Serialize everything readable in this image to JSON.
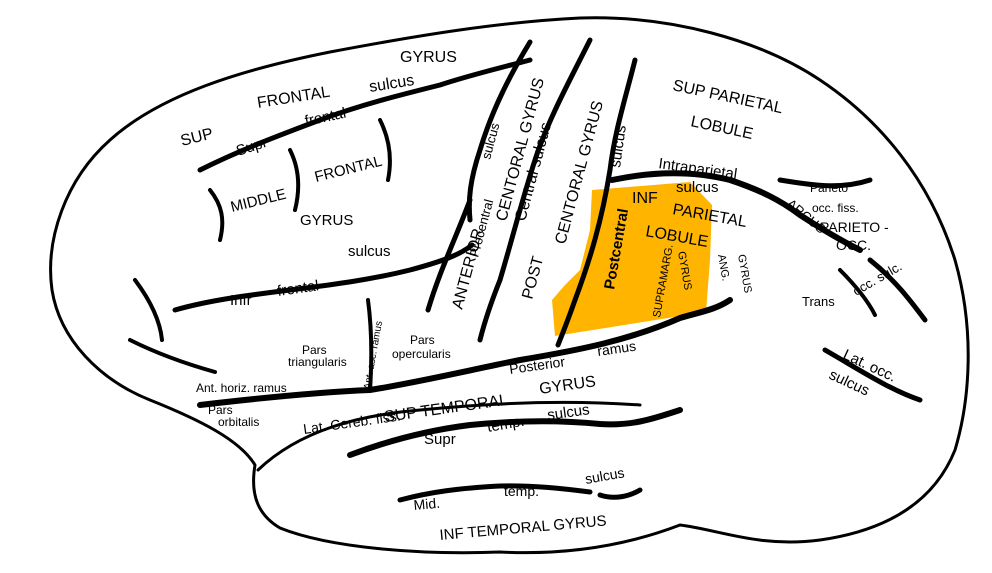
{
  "colors": {
    "highlight": "#FFB400",
    "outline": "#000000",
    "background": "#FFFFFF"
  },
  "labels": {
    "gyrus_top": "GYRUS",
    "frontal_top": "FRONTAL",
    "sulcus_top": "sulcus",
    "sup": "SUP",
    "supr": "Supr",
    "frontal_small": "frontal",
    "middle": "MIDDLE",
    "frontal_mid": "FRONTAL",
    "gyrus_mid": "GYRUS",
    "infr": "Infr",
    "frontal_inf": "frontal",
    "sulcus_inf": "sulcus",
    "precentral": "Precentral",
    "sulcus_precentral": "sulcus",
    "anterior": "ANTERIOR",
    "central_gyrus": "CENTORAL GYRUS",
    "central_sulcus": "Central sulcus",
    "post": "POST",
    "post_central_gyrus": "CENTORAL GYRUS",
    "sulcus_postcentral": "sulcus",
    "postcentral": "Postcentral",
    "sup_parietal": "SUP PARIETAL",
    "lobule_sup": "LOBULE",
    "intraparietal": "Intraparietal",
    "sulcus_intraparietal": "sulcus",
    "inf": "INF",
    "parietal": "PARIETAL",
    "lobule_inf": "LOBULE",
    "supramarg": "SUPRAMARG.",
    "gyrus_supramarg": "GYRUS",
    "ang": "ANG.",
    "gyrus_ang": "GYRUS",
    "arcus": "ARCUS",
    "parieto": "Parieto",
    "occ_fiss": "occ. fiss.",
    "parieto_occ_1": "PARIETO -",
    "parieto_occ_2": "OCC.",
    "trans": "Trans",
    "occ_sulc": "occ. sulc.",
    "lat_occ_1": "Lat. occ.",
    "lat_occ_2": "sulcus",
    "pars_triangularis_1": "Pars",
    "pars_triangularis_2": "triangularis",
    "ant_asc_ramus": "Ant. asc. ramus",
    "pars_opercularis_1": "Pars",
    "pars_opercularis_2": "opercularis",
    "ant_horiz_ramus": "Ant. horiz. ramus",
    "pars_orbitalis_1": "Pars",
    "pars_orbitalis_2": "orbitalis",
    "lat_cereb_fiss": "Lat. Cereb. fiss.",
    "posterior": "Posterior",
    "ramus": "ramus",
    "sup_temporal": "SUP TEMPORAL",
    "gyrus_temporal": "GYRUS",
    "supr_temp": "Supr",
    "temp": "temp.",
    "sulcus_temp": "sulcus",
    "mid": "Mid.",
    "temp_mid": "temp.",
    "sulcus_mid": "sulcus",
    "inf_temporal_gyrus": "INF TEMPORAL GYRUS"
  }
}
